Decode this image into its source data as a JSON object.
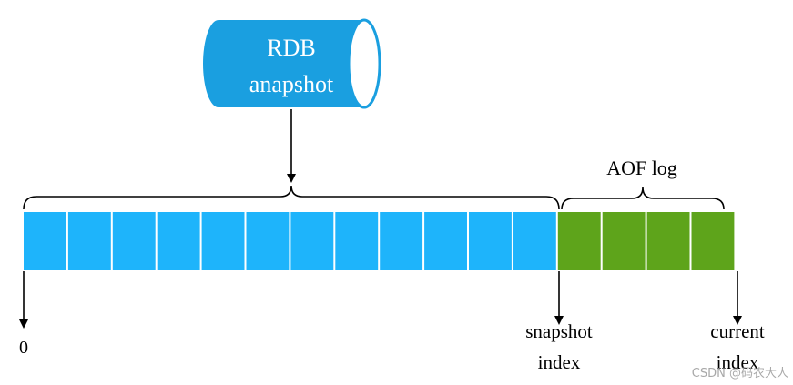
{
  "rdb": {
    "line1": "RDB",
    "line2": "anapshot",
    "fill_color": "#1a9fe0",
    "end_color": "#ffffff"
  },
  "aof": {
    "label": "AOF log"
  },
  "log": {
    "snapshot_cells": 12,
    "aof_cells": 4,
    "snapshot_color": "#1eb4fb",
    "aof_color": "#5ea41b"
  },
  "markers": {
    "start": "0",
    "snapshot_line1": "snapshot",
    "snapshot_line2": "index",
    "current_line1": "current",
    "current_line2": "index"
  },
  "watermark": {
    "text": "CSDN @码农大人"
  }
}
